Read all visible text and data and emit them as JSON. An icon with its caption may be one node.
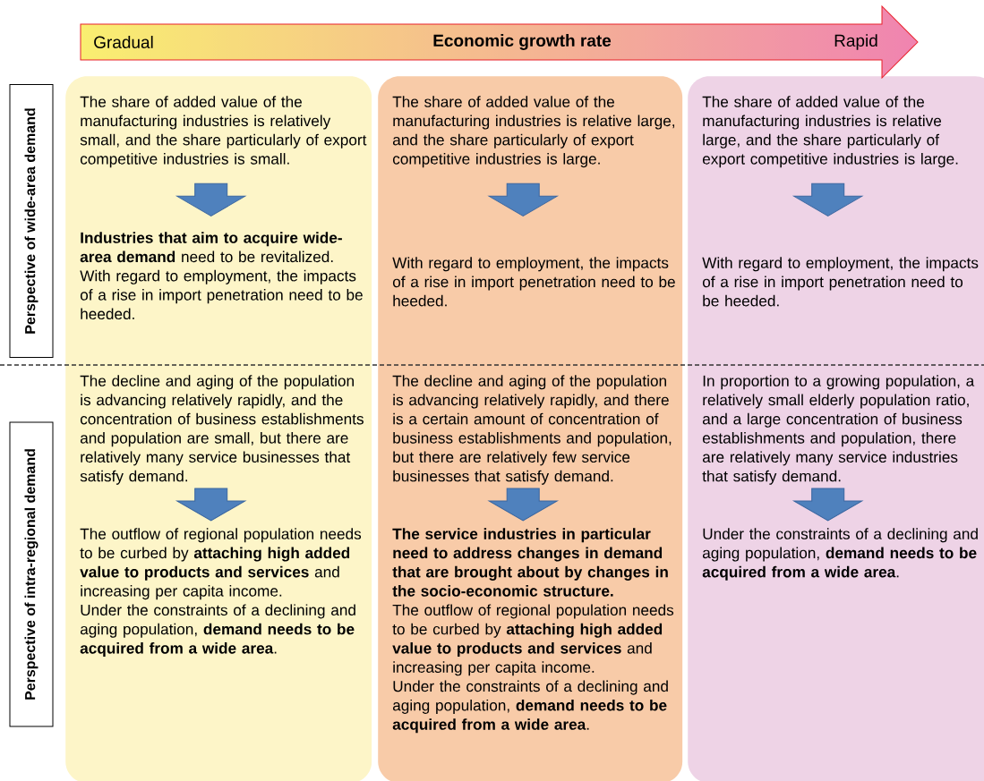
{
  "diagram": {
    "nodes": [
      {
        "text": [
          "Gradual",
          "Economic growth rate",
          "Rapid"
        ]
      },
      {
        "text": [
          "Perspective of wide-area demand"
        ]
      },
      {
        "text": [
          "Perspective of intra-regional demand"
        ]
      },
      {
        "text": [],
        "shape": "box"
      },
      {
        "text": [],
        "shape": "box"
      },
      {
        "text": [],
        "shape": "box"
      },
      {
        "text": [
          "The share of added value of the manufacturing industries is relatively small, and the share particularly of export competitive industries is small."
        ],
        "in": 3
      },
      {
        "text": [
          "**Industries that aim to acquire wide-area demand** need to be revitalized.",
          "With regard to employment, the impacts of a rise in import penetration need to be heeded."
        ],
        "in": 3
      },
      {
        "text": [
          "The decline and aging of the population is advancing relatively rapidly, and the concentration of business establishments and population are small, but there are relatively many service businesses that satisfy demand."
        ],
        "in": 3
      },
      {
        "text": [
          "The outflow of regional population needs to be curbed by **attaching high added value to products and services** and increasing per capita income.",
          "Under the constraints of a declining and aging population, **demand needs to be acquired from a wide area**."
        ],
        "in": 3
      },
      {
        "text": [
          "The share of added value of the manufacturing industries is relative large, and the share particularly of export competitive industries is large."
        ],
        "in": 4
      },
      {
        "text": [
          "With regard to employment, the impacts of a rise in import penetration need to be heeded."
        ],
        "in": 4
      },
      {
        "text": [
          "The decline and aging of the population is advancing relatively rapidly, and there is a certain amount of concentration of business establishments and population, but there are relatively few service businesses that satisfy demand."
        ],
        "in": 4
      },
      {
        "text": [
          "**The service industries in particular need to address changes in demand that are brought about by changes in the socio-economic structure.**",
          "The outflow of regional population needs to be curbed by **attaching high added value to products and services** and increasing per capita income.",
          "Under the constraints of a declining and aging population, **demand needs to be acquired from a wide area**."
        ],
        "in": 4
      },
      {
        "text": [
          "The share of added value of the manufacturing industries is relative large, and the share particularly of export competitive industries is large."
        ],
        "in": 5
      },
      {
        "text": [
          "With regard to employment, the impacts of a rise in import penetration need to be heeded."
        ],
        "in": 5
      },
      {
        "text": [
          "In proportion to a growing population, a relatively small elderly population ratio, and a large concentration of business establishments and population, there are relatively many service industries that satisfy demand."
        ],
        "in": 5
      },
      {
        "text": [
          "Under the constraints of a declining and aging population, **demand needs to be acquired from a wide area**."
        ],
        "in": 5
      }
    ],
    "edges": [
      {
        "from": 6,
        "to": 7,
        "arrow": "to"
      },
      {
        "from": 8,
        "to": 9,
        "arrow": "to"
      },
      {
        "from": 10,
        "to": 11,
        "arrow": "to"
      },
      {
        "from": 12,
        "to": 13,
        "arrow": "to"
      },
      {
        "from": 14,
        "to": 15,
        "arrow": "to"
      },
      {
        "from": 16,
        "to": 17,
        "arrow": "to"
      }
    ]
  }
}
